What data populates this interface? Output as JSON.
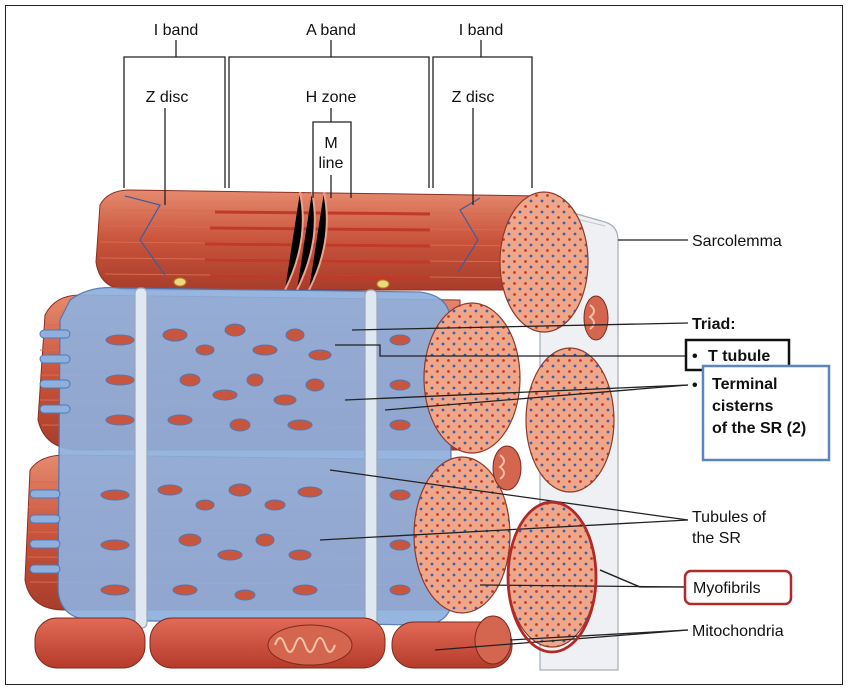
{
  "labels": {
    "i_band_left": "I band",
    "a_band": "A band",
    "i_band_right": "I band",
    "z_disc_left": "Z disc",
    "h_zone": "H zone",
    "m_line_1": "M",
    "m_line_2": "line",
    "z_disc_right": "Z disc",
    "sarcolemma": "Sarcolemma",
    "triad": "Triad:",
    "bullet": "•",
    "t_tubule": "T tubule",
    "terminal_1": "Terminal",
    "terminal_2": "cisterns",
    "terminal_3": "of the SR (2)",
    "tubules_1": "Tubules of",
    "tubules_2": "the SR",
    "myofibrils": "Myofibrils",
    "mitochondria": "Mitochondria"
  },
  "colors": {
    "muscle": "#c8553d",
    "muscle_light": "#e4856a",
    "sr_blue": "#7ea3d6",
    "sr_blue_dark": "#4f77b5",
    "highlight_blue": "#5b84c4",
    "highlight_red": "#b02a2a"
  }
}
